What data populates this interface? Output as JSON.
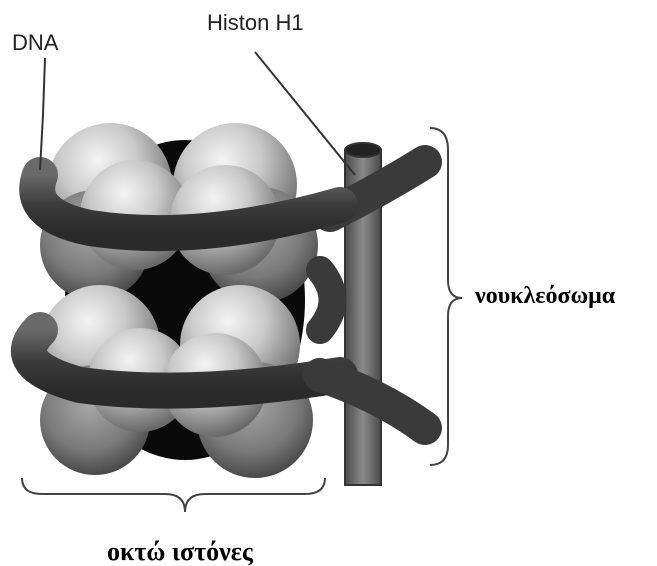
{
  "labels": {
    "dna": "DNA",
    "histone_h1": "Histon H1",
    "nucleosome": "νουκλεόσωμα",
    "eight_histones": "οκτώ ιστόνες"
  },
  "colors": {
    "dna_strand": "#4a4a4a",
    "histone_light": "#d8d8d8",
    "histone_dark": "#5a5a5a",
    "core_shadow": "#0a0a0a",
    "linker": "#6e6e6e",
    "line": "#333333"
  }
}
